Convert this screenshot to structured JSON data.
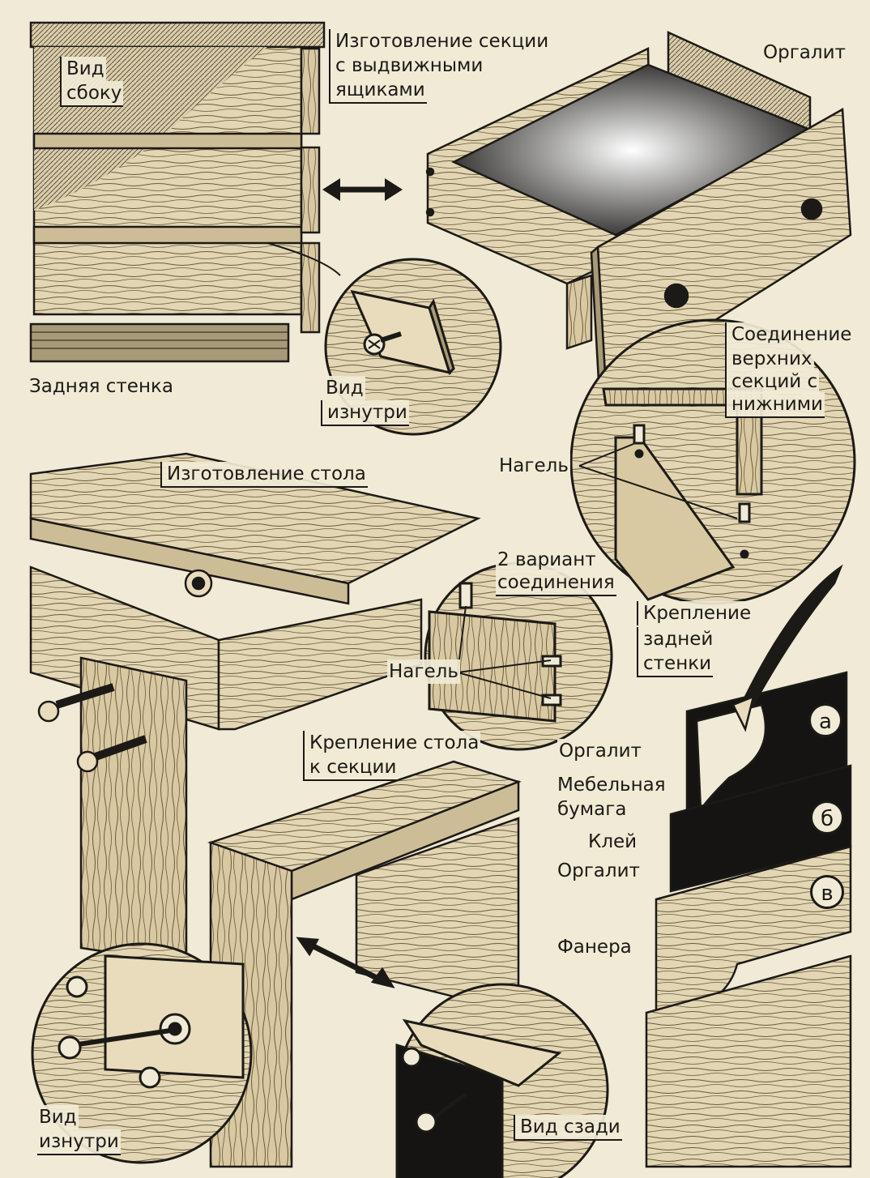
{
  "colors": {
    "paper": "#f1ead6",
    "ink": "#1c1a16",
    "wood": "#e3d6b4",
    "wood_dark": "#cdbd97",
    "hardboard": "#161412"
  },
  "labels": {
    "section_title": [
      "Изготовление секции",
      "с выдвижными",
      "ящиками"
    ],
    "side_view": [
      "Вид",
      "сбоку"
    ],
    "back_wall": "Задняя стенка",
    "inside_view_1": [
      "Вид",
      "изнутри"
    ],
    "orgalit_top": "Оргалит",
    "upper_lower": [
      "Соединение",
      "верхних",
      "секций с",
      "нижними"
    ],
    "nagel_1": "Нагель",
    "table_title": "Изготовление стола",
    "variant_2": [
      "2 вариант",
      "соединения"
    ],
    "nagel_2": "Нагель",
    "back_wall_fix": [
      "Крепление",
      "задней",
      "стенки"
    ],
    "table_fix": [
      "Крепление стола",
      "к секции"
    ],
    "layer_a": "а",
    "layer_b": "б",
    "layer_v": "в",
    "orgalit_a": "Оргалит",
    "furniture_paper": [
      "Мебельная",
      "бумага"
    ],
    "glue": "Клей",
    "orgalit_b": "Оргалит",
    "plywood": "Фанера",
    "inside_view_2": [
      "Вид",
      "изнутри"
    ],
    "back_view": "Вид сзади"
  }
}
